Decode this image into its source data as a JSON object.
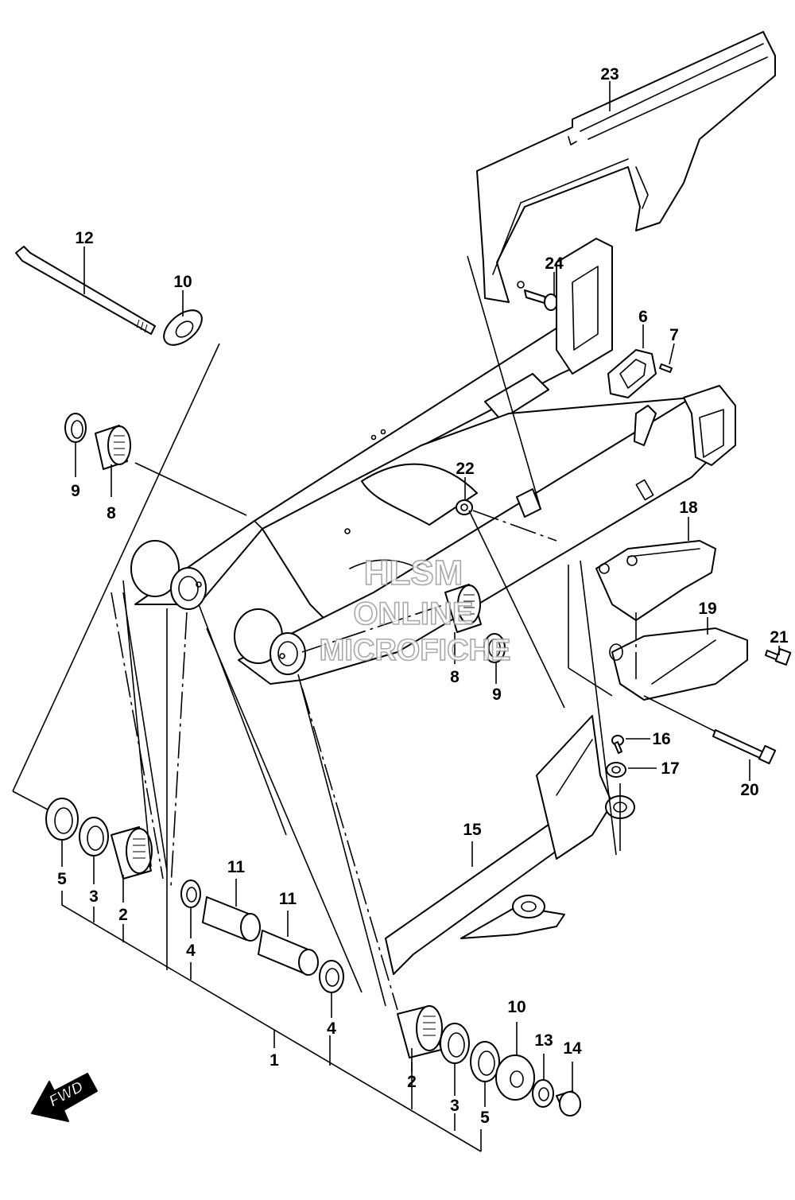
{
  "diagram": {
    "type": "exploded-parts-diagram",
    "watermark": {
      "line1": "HLSM",
      "line2": "ONLINE",
      "line3": "MICROFICHE"
    },
    "direction_badge": "FWD",
    "callouts": {
      "c1": "1",
      "c2a": "2",
      "c2b": "2",
      "c3a": "3",
      "c3b": "3",
      "c4a": "4",
      "c4b": "4",
      "c5a": "5",
      "c5b": "5",
      "c6": "6",
      "c7": "7",
      "c8a": "8",
      "c8b": "8",
      "c9a": "9",
      "c9b": "9",
      "c10a": "10",
      "c10b": "10",
      "c11a": "11",
      "c11b": "11",
      "c12": "12",
      "c13": "13",
      "c14": "14",
      "c15": "15",
      "c16": "16",
      "c17": "17",
      "c18": "18",
      "c19": "19",
      "c20": "20",
      "c21": "21",
      "c22": "22",
      "c23": "23",
      "c24": "24"
    }
  }
}
